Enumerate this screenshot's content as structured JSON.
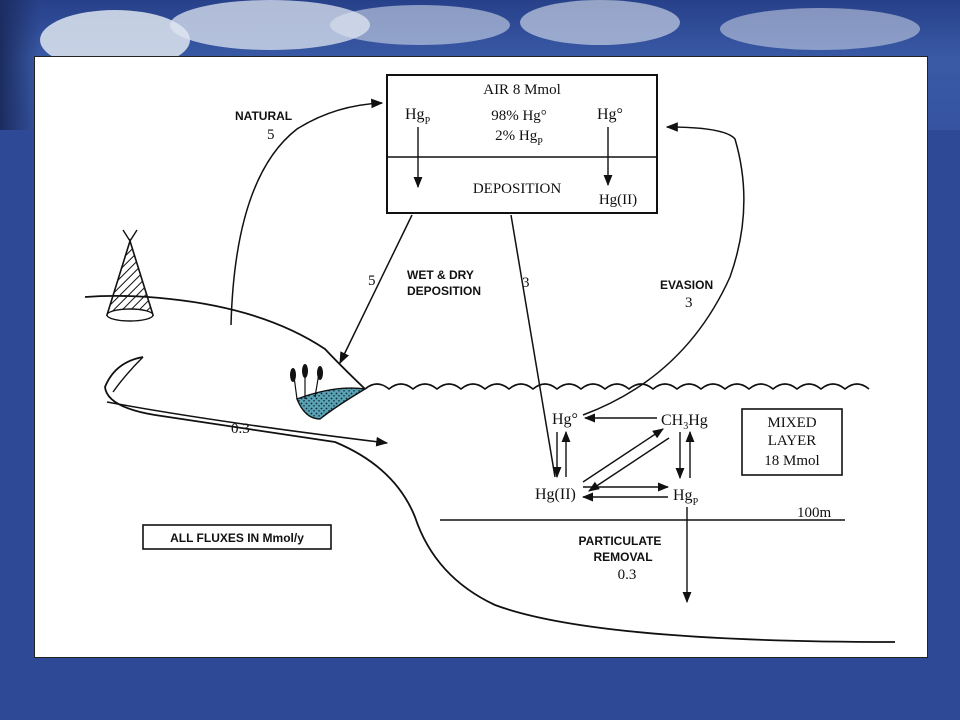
{
  "air": {
    "title": "AIR 8 Mmol",
    "hgp_label": "Hg",
    "hgp_sub": "P",
    "composition_line1": "98% Hg°",
    "composition_line2_prefix": "2% Hg",
    "composition_line2_sub": "P",
    "hg0_label": "Hg°",
    "deposition_label": "DEPOSITION",
    "hg2_label": "Hg(II)"
  },
  "fluxes": {
    "natural_label": "NATURAL",
    "natural_value": "5",
    "wet_dry_value": "5",
    "wet_dry_line1": "WET & DRY",
    "wet_dry_line2": "DEPOSITION",
    "direct_value": "3",
    "evasion_label": "EVASION",
    "evasion_value": "3",
    "river_value": "0.3",
    "particulate_line1": "PARTICULATE",
    "particulate_line2": "REMOVAL",
    "particulate_value": "0.3"
  },
  "ocean": {
    "hg0": "Hg°",
    "ch3hg_a": "CH",
    "ch3hg_sub": "3",
    "ch3hg_b": "Hg",
    "hg2": "Hg(II)",
    "hgp": "Hg",
    "hgp_sub": "P",
    "depth_label": "100m"
  },
  "mixed_layer": {
    "line1": "MIXED",
    "line2": "LAYER",
    "line3": "18 Mmol"
  },
  "legend": {
    "units_note": "ALL FLUXES IN Mmol/y"
  }
}
